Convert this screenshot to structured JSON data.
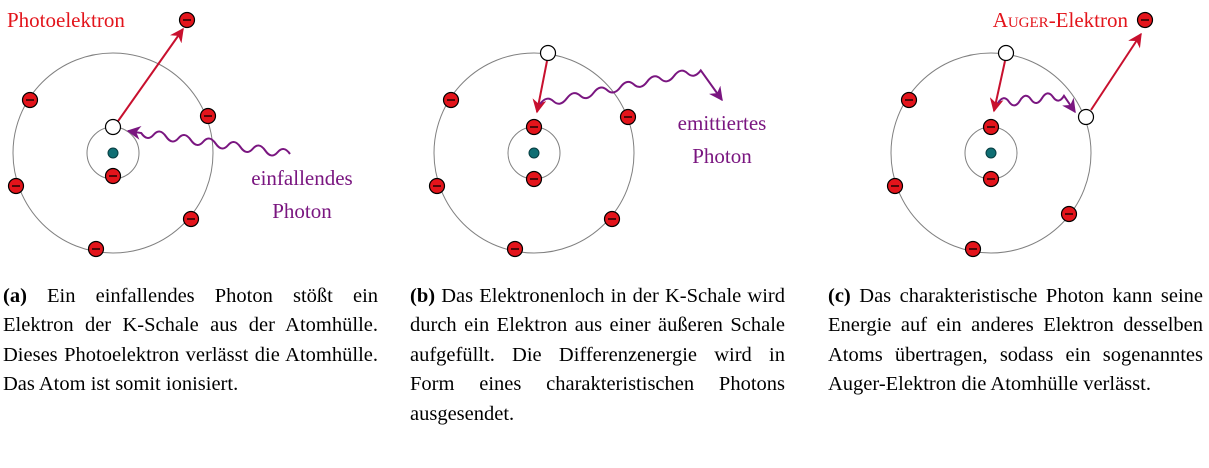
{
  "colors": {
    "electron_red": "#e3141b",
    "arrow_red": "#c8102e",
    "photon_purple": "#7a1680",
    "nucleus_teal": "#0f6e73",
    "orbit_gray": "#808080"
  },
  "panels": [
    {
      "id": "a",
      "label_red": "Photoelektron",
      "label_purple": [
        "einfallendes",
        "Photon"
      ],
      "caption_tag": "(a)",
      "caption_text": "Ein einfallendes Photon stößt ein Elektron der K-Schale aus der Atomhülle. Dieses Photoelektron verlässt die Atomhülle. Das Atom ist somit ionisiert."
    },
    {
      "id": "b",
      "label_purple": [
        "emittiertes",
        "Photon"
      ],
      "caption_tag": "(b)",
      "caption_text": "Das Elektronenloch in der K-Schale wird durch ein Elektron aus einer äußeren Schale aufgefüllt. Die Differenzenergie wird in Form eines charakteristischen Photons ausgesendet."
    },
    {
      "id": "c",
      "label_red_smallcaps": "Auger",
      "label_red_rest": "-Elektron",
      "caption_tag": "(c)",
      "caption_text": "Das charakteristische Photon kann seine Energie auf ein anderes Elektron desselben Atoms übertragen, sodass ein sogenanntes Auger-Elektron die Atomhülle verlässt."
    }
  ]
}
